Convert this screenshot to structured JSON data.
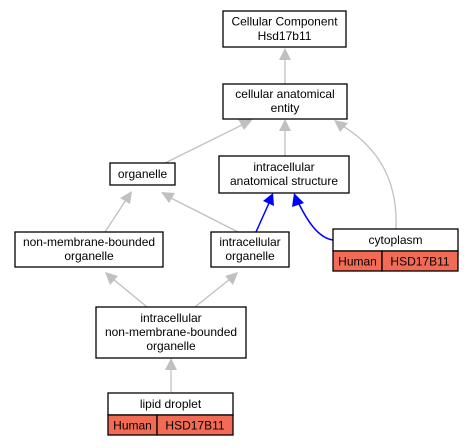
{
  "nodes": {
    "root": {
      "lines": [
        "Cellular Component",
        "Hsd17b11"
      ]
    },
    "cae": {
      "lines": [
        "cellular anatomical",
        "entity"
      ]
    },
    "organelle": {
      "lines": [
        "organelle"
      ]
    },
    "ias": {
      "lines": [
        "intracellular",
        "anatomical structure"
      ]
    },
    "nmbo": {
      "lines": [
        "non-membrane-bounded",
        "organelle"
      ]
    },
    "io": {
      "lines": [
        "intracellular",
        "organelle"
      ]
    },
    "cytoplasm": {
      "lines": [
        "cytoplasm"
      ],
      "species": "Human",
      "gene": "HSD17B11"
    },
    "inmbo": {
      "lines": [
        "intracellular",
        "non-membrane-bounded",
        "organelle"
      ]
    },
    "lipid": {
      "lines": [
        "lipid droplet"
      ],
      "species": "Human",
      "gene": "HSD17B11"
    }
  },
  "colors": {
    "edge_default": "#c0c0c0",
    "edge_highlight": "#0000ff",
    "badge": "#f26b55"
  }
}
